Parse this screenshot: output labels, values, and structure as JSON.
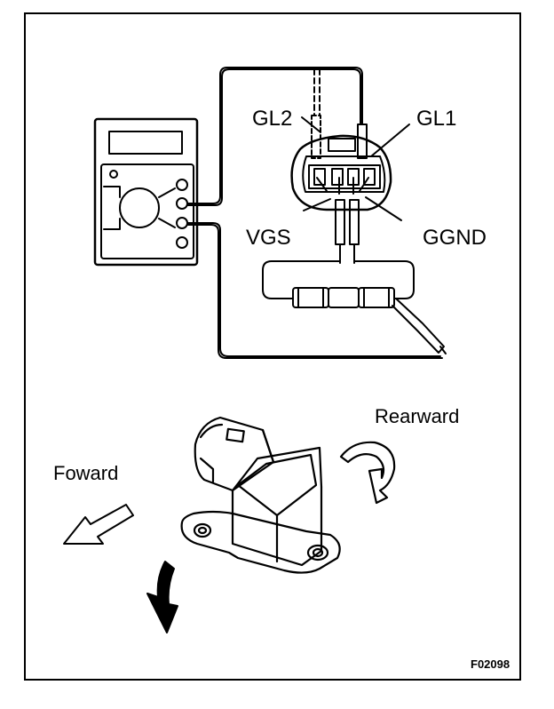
{
  "labels": {
    "gl2": "GL2",
    "gl1": "GL1",
    "vgs": "VGS",
    "ggnd": "GGND",
    "rearward": "Rearward",
    "forward": "Foward",
    "figure_code": "F02098"
  },
  "colors": {
    "ink": "#000000",
    "paper": "#ffffff"
  }
}
